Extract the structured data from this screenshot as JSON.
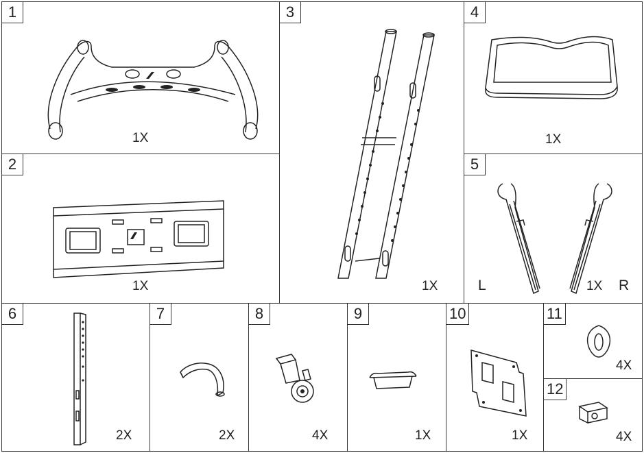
{
  "parts": [
    {
      "number": "1",
      "quantity": "1X",
      "icon": "tv-mount-top-bracket"
    },
    {
      "number": "2",
      "quantity": "1X",
      "icon": "mounting-plate"
    },
    {
      "number": "3",
      "quantity": "1X",
      "icon": "upright-poles"
    },
    {
      "number": "4",
      "quantity": "1X",
      "icon": "shelf-tray"
    },
    {
      "number": "5",
      "quantity": "1X",
      "icon": "side-clamps",
      "left_label": "L",
      "right_label": "R"
    },
    {
      "number": "6",
      "quantity": "2X",
      "icon": "vertical-rail"
    },
    {
      "number": "7",
      "quantity": "2X",
      "icon": "cable-strap"
    },
    {
      "number": "8",
      "quantity": "4X",
      "icon": "caster-wheel"
    },
    {
      "number": "9",
      "quantity": "1X",
      "icon": "end-cap"
    },
    {
      "number": "10",
      "quantity": "1X",
      "icon": "bracket-plate"
    },
    {
      "number": "11",
      "quantity": "4X",
      "icon": "oval-ring"
    },
    {
      "number": "12",
      "quantity": "4X",
      "icon": "clip-block"
    }
  ]
}
